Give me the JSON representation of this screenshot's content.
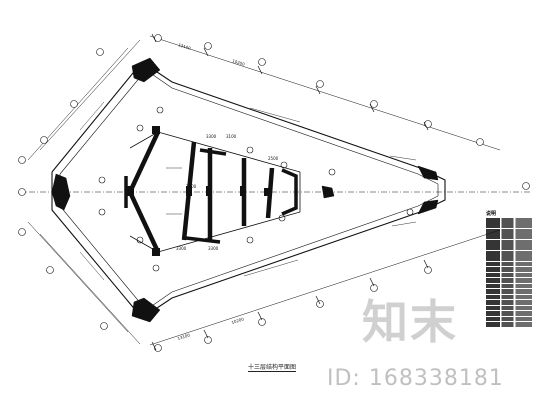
{
  "plan": {
    "caption": "十三层结构平面图",
    "legend_title": "说明"
  },
  "watermark": {
    "logo_text": "知末",
    "id_text": "ID: 168338181"
  },
  "dimension_labels": [
    "13100",
    "10200",
    "13100",
    "10200",
    "3300",
    "3100",
    "3500",
    "2500",
    "3300",
    "3300"
  ],
  "colors": {
    "line": "#111111",
    "background": "#ffffff",
    "watermark": "#a5a5a5"
  }
}
